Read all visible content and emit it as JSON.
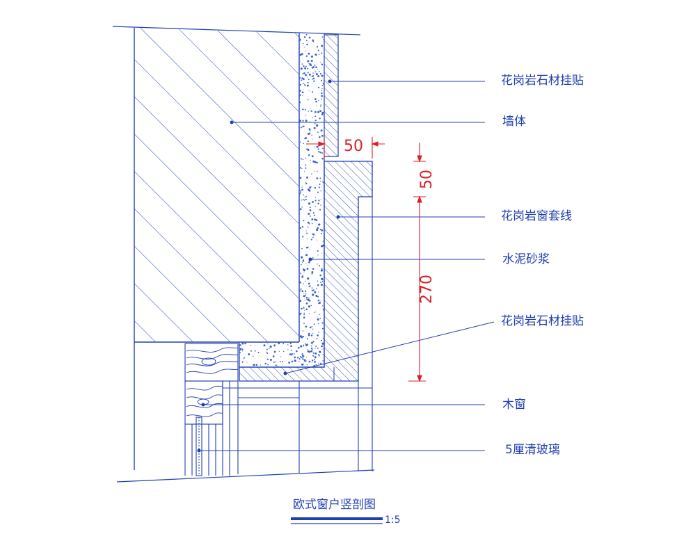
{
  "labels": {
    "granite_cladding_top": "花岗岩石材挂贴",
    "wall": "墙体",
    "granite_window_trim": "花岗岩窗套线",
    "cement_mortar": "水泥砂浆",
    "granite_cladding_bottom": "花岗岩石材挂贴",
    "wood_window": "木窗",
    "clear_glass": "5厘清玻璃"
  },
  "dimensions": {
    "horizontal_offset": "50",
    "vertical_top": "50",
    "vertical_height": "270"
  },
  "title": "欧式窗户竖剖图",
  "scale": "1:5",
  "colors": {
    "line": "#1f3fb0",
    "dimension": "#d8202a",
    "mortar": "#3a62c8"
  }
}
